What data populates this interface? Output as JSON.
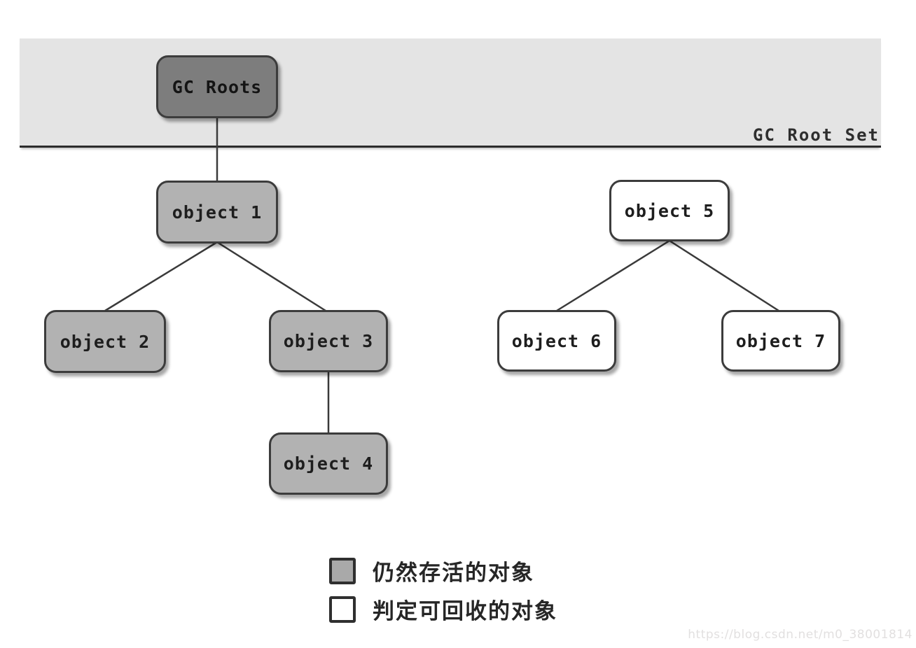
{
  "diagram": {
    "region_label": "GC Root Set",
    "nodes": {
      "gc_roots": {
        "label": "GC Roots",
        "status": "root"
      },
      "object1": {
        "label": "object 1",
        "status": "alive"
      },
      "object2": {
        "label": "object 2",
        "status": "alive"
      },
      "object3": {
        "label": "object 3",
        "status": "alive"
      },
      "object4": {
        "label": "object 4",
        "status": "alive"
      },
      "object5": {
        "label": "object 5",
        "status": "collectible"
      },
      "object6": {
        "label": "object 6",
        "status": "collectible"
      },
      "object7": {
        "label": "object 7",
        "status": "collectible"
      }
    },
    "edges": [
      {
        "from": "gc_roots",
        "to": "object1"
      },
      {
        "from": "object1",
        "to": "object2"
      },
      {
        "from": "object1",
        "to": "object3"
      },
      {
        "from": "object3",
        "to": "object4"
      },
      {
        "from": "object5",
        "to": "object6"
      },
      {
        "from": "object5",
        "to": "object7"
      }
    ]
  },
  "legend": {
    "items": [
      {
        "swatch": "alive-gray-square",
        "label": "仍然存活的对象"
      },
      {
        "swatch": "collectible-white-square",
        "label": "判定可回收的对象"
      }
    ]
  },
  "colors": {
    "band_bg": "#e4e4e4",
    "root_fill": "#7d7d7d",
    "alive_fill": "#b2b2b2",
    "collectible_fill": "#ffffff",
    "node_border": "#3c3c3c",
    "edge_line": "#3a3a3a"
  },
  "watermark": "https://blog.csdn.net/m0_38001814"
}
